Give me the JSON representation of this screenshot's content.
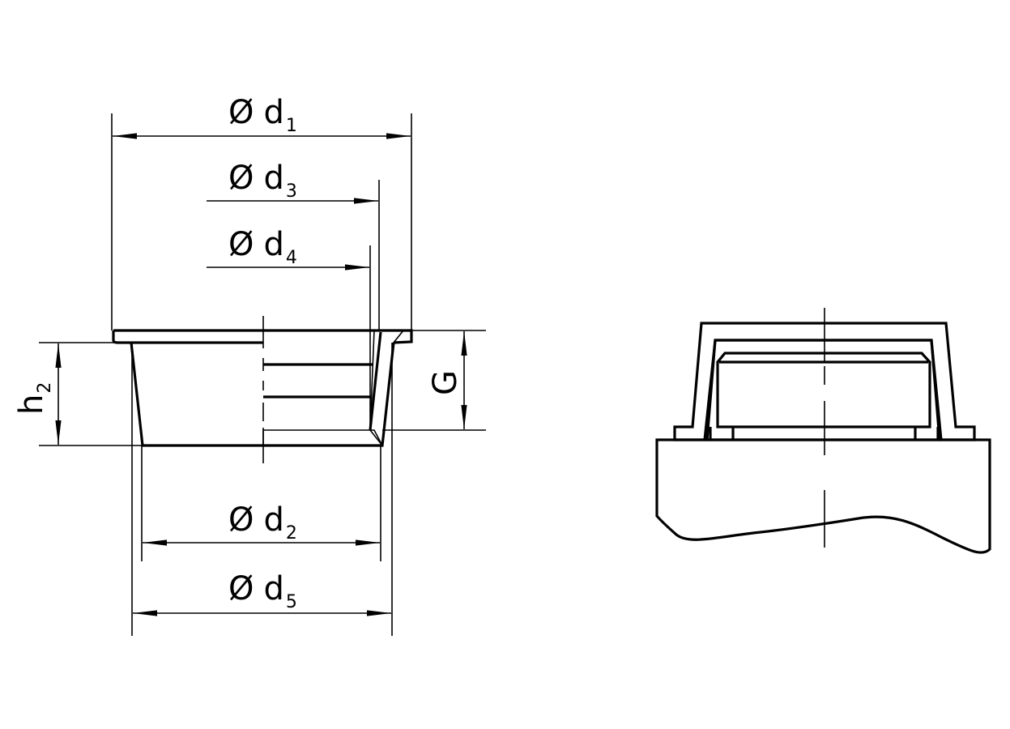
{
  "colors": {
    "line": "#000000",
    "background": "#ffffff"
  },
  "labels": {
    "d1": {
      "symbol": "Ø",
      "letter": "d",
      "sub": "1"
    },
    "d3": {
      "symbol": "Ø",
      "letter": "d",
      "sub": "3"
    },
    "d4": {
      "symbol": "Ø",
      "letter": "d",
      "sub": "4"
    },
    "d2": {
      "symbol": "Ø",
      "letter": "d",
      "sub": "2"
    },
    "d5": {
      "symbol": "Ø",
      "letter": "d",
      "sub": "5"
    },
    "h2": {
      "letter": "h",
      "sub": "2"
    },
    "G": {
      "letter": "G"
    }
  }
}
